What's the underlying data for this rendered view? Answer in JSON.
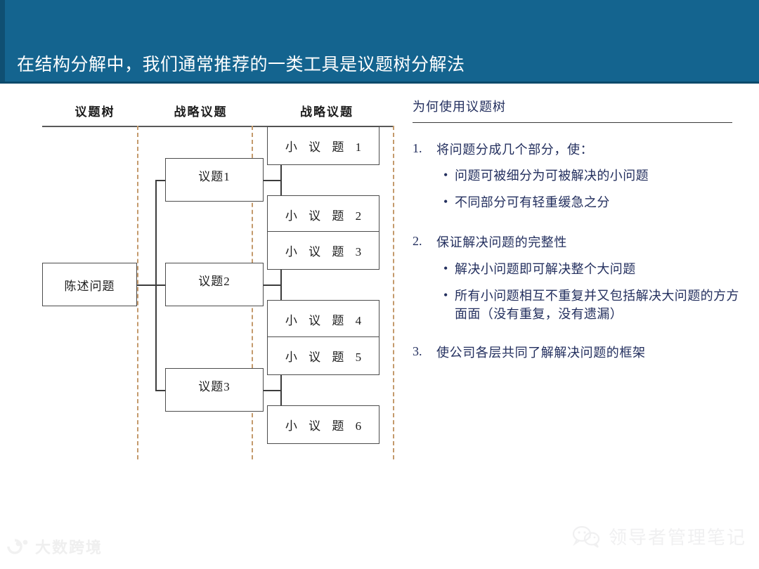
{
  "slide": {
    "title": "在结构分解中，我们通常推荐的一类工具是议题树分解法",
    "band_color": "#14648f",
    "accent_dashed_color": "#c49a6c",
    "text_color": "#232f5e"
  },
  "diagram": {
    "columns": [
      {
        "label": "议题树"
      },
      {
        "label": "战略议题"
      },
      {
        "label": "战略议题"
      }
    ],
    "root": {
      "label": "陈述问题"
    },
    "level2": [
      {
        "label": "议题1"
      },
      {
        "label": "议题2"
      },
      {
        "label": "议题3"
      }
    ],
    "level3": [
      {
        "label": "小 议 题 1"
      },
      {
        "label": "小 议 题 2"
      },
      {
        "label": "小 议 题 3"
      },
      {
        "label": "小 议 题 4"
      },
      {
        "label": "小 议 题 5"
      },
      {
        "label": "小 议 题 6"
      }
    ]
  },
  "panel": {
    "heading": "为何使用议题树",
    "items": [
      {
        "num": "1.",
        "text": "将问题分成几个部分，使：",
        "bullets": [
          "问题可被细分为可被解决的小问题",
          "不同部分可有轻重缓急之分"
        ]
      },
      {
        "num": "2.",
        "text": "保证解决问题的完整性",
        "bullets": [
          "解决小问题即可解决整个大问题",
          "所有小问题相互不重复并又包括解决大问题的方方面面（没有重复，没有遗漏）"
        ]
      },
      {
        "num": "3.",
        "text": "使公司各层共同了解解决问题的框架",
        "bullets": []
      }
    ],
    "bullet_glyph": "•"
  },
  "watermarks": {
    "left": {
      "text": "大数跨境"
    },
    "right": {
      "text": "领导者管理笔记"
    }
  }
}
